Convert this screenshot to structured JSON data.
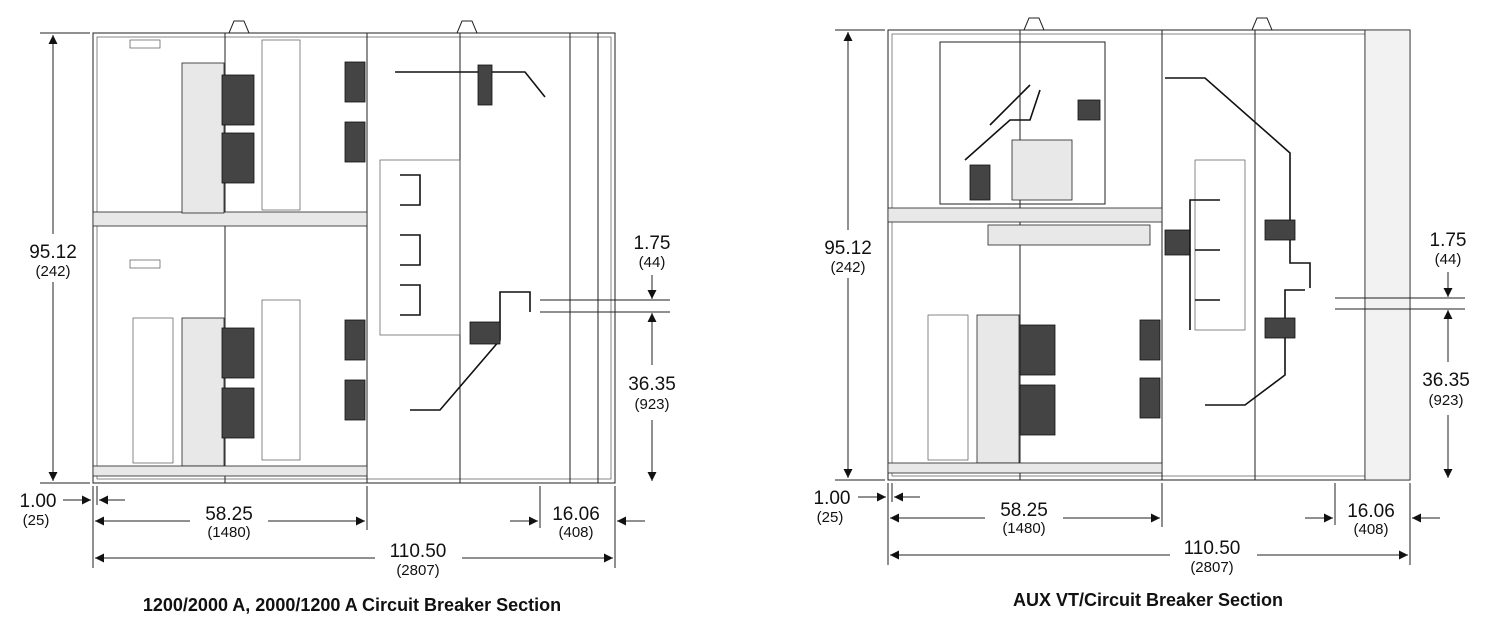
{
  "figures": [
    {
      "title": "1200/2000 A, 2000/1200 A Circuit Breaker Section",
      "dims": {
        "height": {
          "in": "95.12",
          "mm": "(242)"
        },
        "top_offset": {
          "in": "1.75",
          "mm": "(44)"
        },
        "lower_height": {
          "in": "36.35",
          "mm": "(923)"
        },
        "left_offset": {
          "in": "1.00",
          "mm": "(25)"
        },
        "front_depth": {
          "in": "58.25",
          "mm": "(1480)"
        },
        "rear_depth": {
          "in": "16.06",
          "mm": "(408)"
        },
        "total_depth": {
          "in": "110.50",
          "mm": "(2807)"
        }
      }
    },
    {
      "title": "AUX VT/Circuit Breaker Section",
      "dims": {
        "height": {
          "in": "95.12",
          "mm": "(242)"
        },
        "top_offset": {
          "in": "1.75",
          "mm": "(44)"
        },
        "lower_height": {
          "in": "36.35",
          "mm": "(923)"
        },
        "left_offset": {
          "in": "1.00",
          "mm": "(25)"
        },
        "front_depth": {
          "in": "58.25",
          "mm": "(1480)"
        },
        "rear_depth": {
          "in": "16.06",
          "mm": "(408)"
        },
        "total_depth": {
          "in": "110.50",
          "mm": "(2807)"
        }
      }
    }
  ]
}
